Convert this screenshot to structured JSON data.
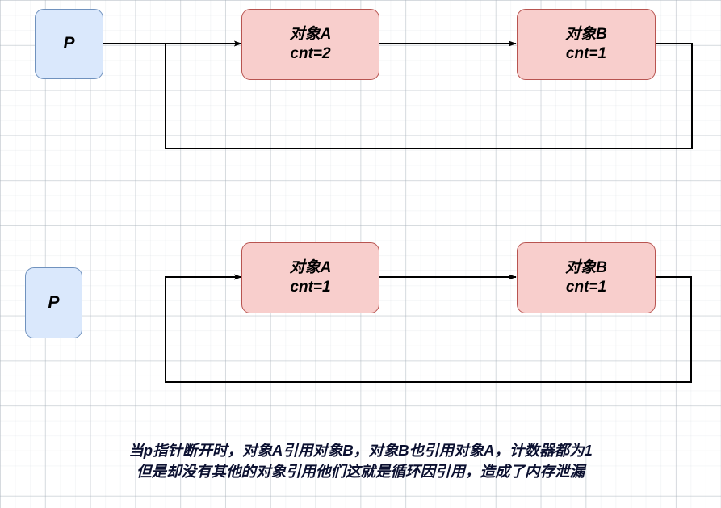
{
  "diagram": {
    "title": "Python reference counting circular reference diagram",
    "colors": {
      "pointer_fill": "#dae8fc",
      "pointer_stroke": "#7092be",
      "object_fill": "#f8cecc",
      "object_stroke": "#b85450",
      "edge_stroke": "#000000",
      "caption_color": "#0b1030",
      "grid_minor": "#eef0f2",
      "grid_major": "#d7dade",
      "background": "#ffffff"
    },
    "rows": [
      {
        "id": "row-before",
        "pointer": {
          "label": "P",
          "connected": true
        },
        "objects": [
          {
            "id": "obj-a-row1",
            "title": "对象A",
            "count_label": "cnt=2",
            "count": 2
          },
          {
            "id": "obj-b-row1",
            "title": "对象B",
            "count_label": "cnt=1",
            "count": 1
          }
        ],
        "edges": [
          {
            "from": "P",
            "to": "对象A",
            "kind": "arrow"
          },
          {
            "from": "对象A",
            "to": "对象B",
            "kind": "arrow"
          },
          {
            "from": "对象B",
            "to": "对象A",
            "kind": "loop-back"
          }
        ]
      },
      {
        "id": "row-after",
        "pointer": {
          "label": "P",
          "connected": false
        },
        "objects": [
          {
            "id": "obj-a-row2",
            "title": "对象A",
            "count_label": "cnt=1",
            "count": 1
          },
          {
            "id": "obj-b-row2",
            "title": "对象B",
            "count_label": "cnt=1",
            "count": 1
          }
        ],
        "edges": [
          {
            "from": "对象A",
            "to": "对象B",
            "kind": "arrow"
          },
          {
            "from": "对象B",
            "to": "对象A",
            "kind": "loop-back"
          }
        ]
      }
    ],
    "caption": {
      "line1": "当p指针断开时，对象A引用对象B，对象B也引用对象A，计数器都为1",
      "line2": "但是却没有其他的对象引用他们这就是循环因引用，造成了内存泄漏"
    }
  }
}
